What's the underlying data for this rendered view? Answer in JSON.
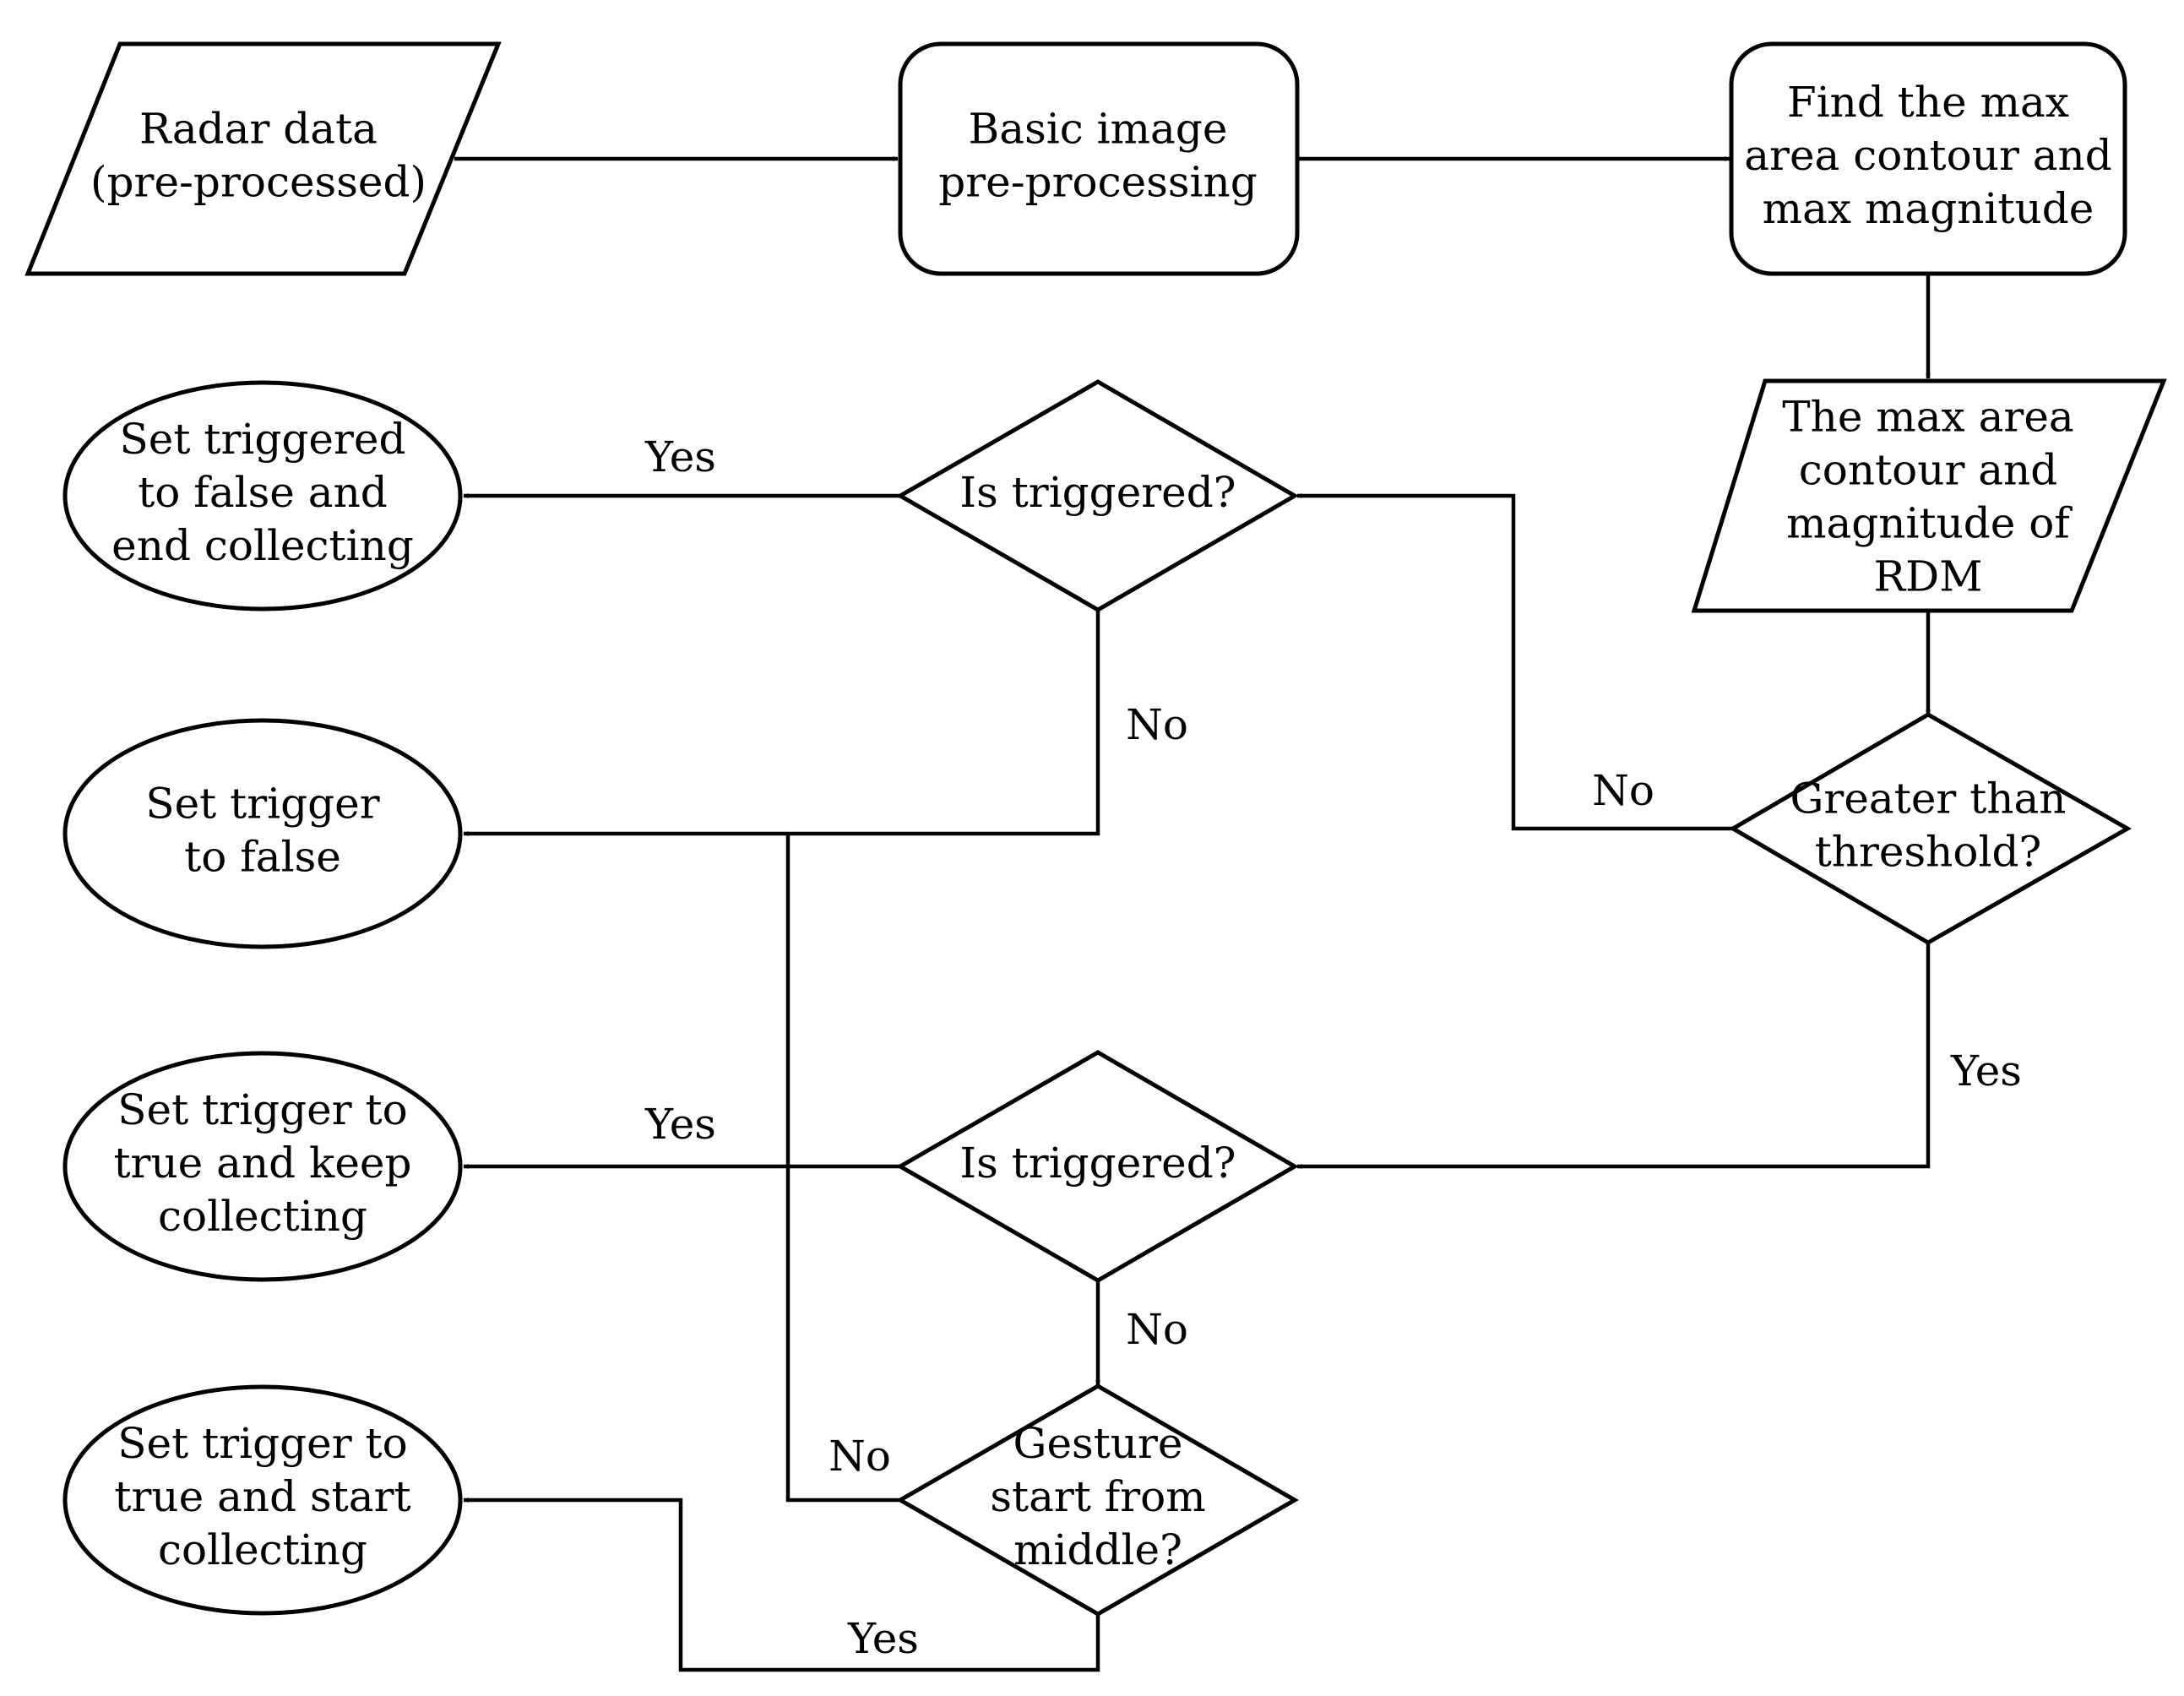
{
  "nodes": {
    "radar_data": [
      "Radar data",
      "(pre-processed)"
    ],
    "basic_preprocessing": [
      "Basic image",
      "pre-processing"
    ],
    "find_max": [
      "Find the max",
      "area contour and",
      "max magnitude"
    ],
    "max_area_rdm": [
      "The max area",
      "contour and",
      "magnitude of",
      "RDM"
    ],
    "threshold_decision": [
      "Greater than",
      "threshold?"
    ],
    "is_triggered_top": [
      "Is triggered?"
    ],
    "is_triggered_bottom": [
      "Is triggered?"
    ],
    "gesture_middle": [
      "Gesture",
      "start from",
      "middle?"
    ],
    "end_collecting": [
      "Set triggered",
      "to false and",
      "end collecting"
    ],
    "trigger_false": [
      "Set trigger",
      "to false"
    ],
    "keep_collecting": [
      "Set trigger to",
      "true and keep",
      "collecting"
    ],
    "start_collecting": [
      "Set trigger to",
      "true and start",
      "collecting"
    ]
  },
  "edge_labels": {
    "top_yes": "Yes",
    "top_no": "No",
    "threshold_no": "No",
    "threshold_yes": "Yes",
    "bottom_yes": "Yes",
    "bottom_no": "No",
    "gesture_no": "No",
    "gesture_yes": "Yes"
  }
}
